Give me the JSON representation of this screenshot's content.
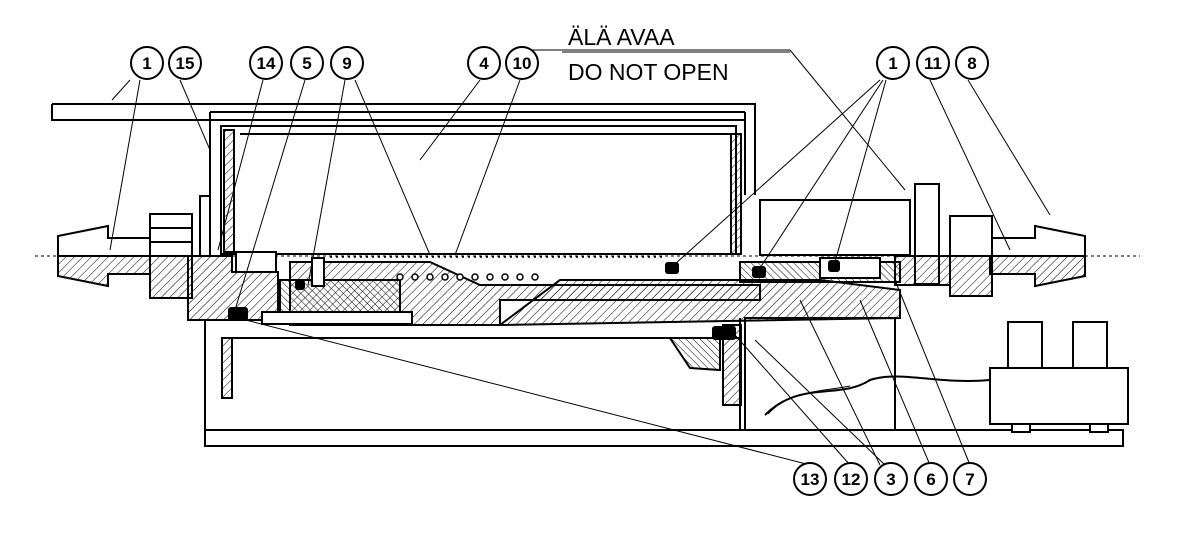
{
  "warning": {
    "line1": "ÄLÄ AVAA",
    "line2": "DO NOT OPEN"
  },
  "callouts_top_left": [
    "1",
    "15",
    "14",
    "5",
    "9"
  ],
  "callouts_top_middle": [
    "4",
    "10"
  ],
  "callouts_top_right": [
    "1",
    "11",
    "8"
  ],
  "callouts_bottom": [
    "13",
    "12",
    "3",
    "6",
    "7"
  ],
  "colors": {
    "ink": "#000000",
    "paper": "#ffffff"
  }
}
